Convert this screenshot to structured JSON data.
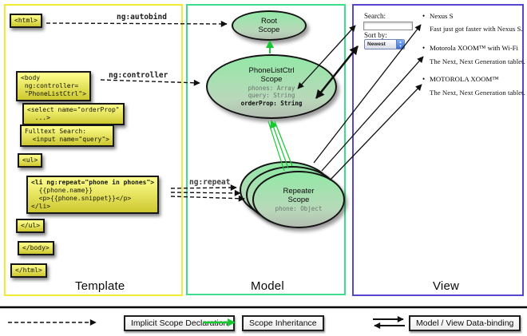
{
  "columns": {
    "template": "Template",
    "model": "Model",
    "view": "View"
  },
  "annotations": {
    "autobind": "ng:autobind",
    "controller": "ng:controller",
    "repeat": "ng:repeat"
  },
  "template": {
    "boxes": {
      "html_open": "<html>",
      "body_open": "<body\n ng:controller=\n \"PhoneListCtrl\">",
      "select": "<select name=\"orderProp\"\n  ...>",
      "fulltext": "Fulltext Search:\n  <input name=\"query\">",
      "ul_open": "<ul>",
      "li_bold": "<li ng:repeat=\"phone in phones\">",
      "li_rest": "  {{phone.name}}\n  <p>{{phone.snippet}}</p>\n</li>",
      "ul_close": "</ul>",
      "body_close": "</body>",
      "html_close": "</html>"
    }
  },
  "model": {
    "root_scope": {
      "title": "Root\nScope"
    },
    "phonelist_scope": {
      "title": "PhoneListCtrl\nScope",
      "props": "phones: Array\nquery: String",
      "prop_bold": "orderProp: String"
    },
    "repeater_scope": {
      "title": "Repeater\nScope",
      "prop": "phone: Object"
    }
  },
  "view": {
    "search_label": "Search:",
    "sort_label": "Sort by:",
    "sort_value": "Newest",
    "bullet": "•",
    "items": [
      {
        "title": "Nexus S",
        "desc": "Fast just got faster with Nexus S."
      },
      {
        "title": "Motorola XOOM™ with Wi-Fi",
        "desc": "The Next, Next Generation tablet."
      },
      {
        "title": "MOTOROLA XOOM™",
        "desc": "The Next, Next Generation tablet."
      }
    ]
  },
  "legend": {
    "implicit": "Implicit Scope Declaration",
    "inheritance": "Scope Inheritance",
    "databinding": "Model / View Data-binding"
  },
  "colors": {
    "template_border": "#f0ea35",
    "model_border": "#3edc8e",
    "view_border": "#5946cf",
    "inheritance_green": "#17c832",
    "codebox_yellow": "#ffff8e"
  }
}
